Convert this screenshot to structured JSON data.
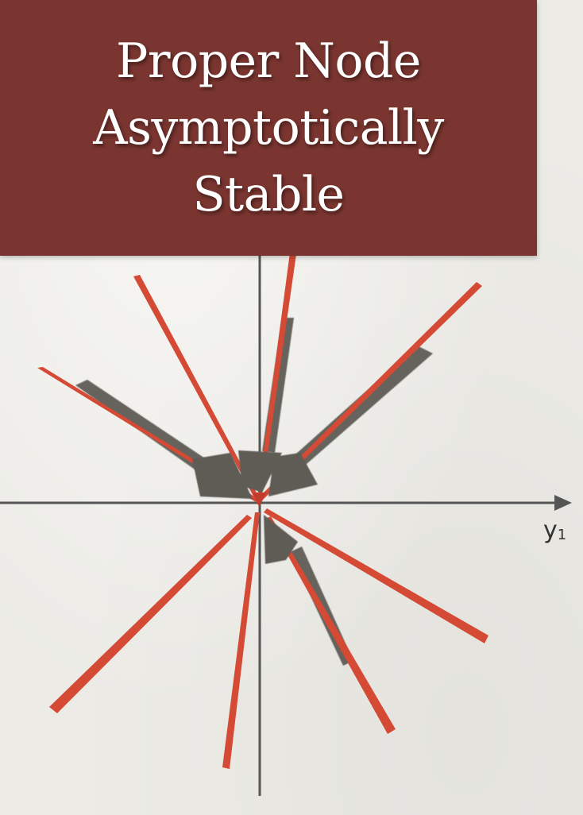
{
  "title": {
    "lines": [
      "Proper Node",
      "Asymptotically",
      "Stable"
    ]
  },
  "axes": {
    "x_label": "y",
    "x_label_subscript": "1"
  },
  "colors": {
    "title_background": "#7a3530",
    "trajectory": "#d44a35",
    "arrow": "#5f5b57",
    "axis": "#555555"
  }
}
